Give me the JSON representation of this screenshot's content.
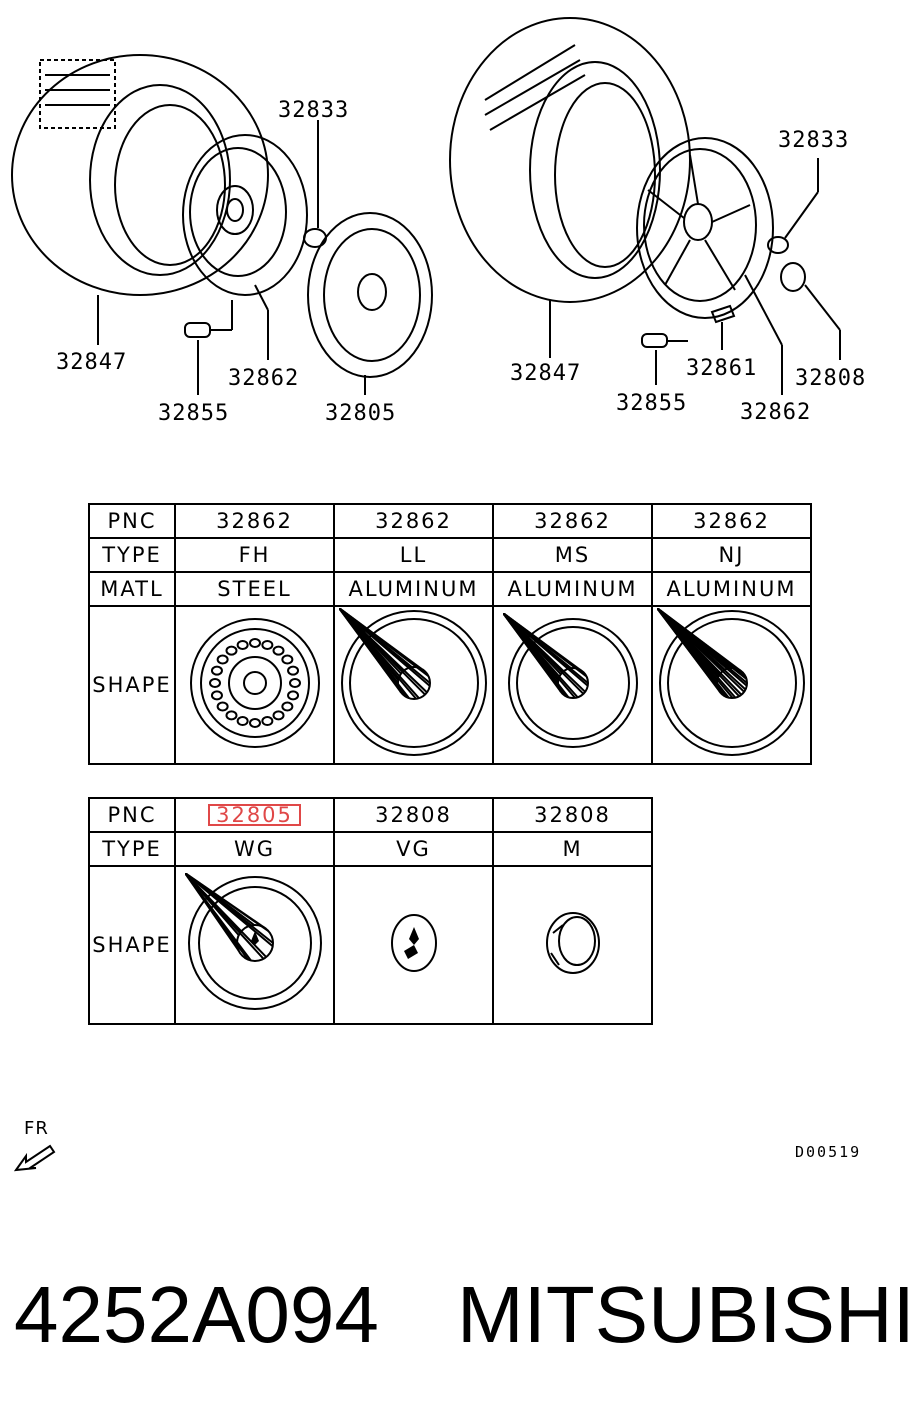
{
  "callouts": {
    "left_32833": "32833",
    "left_32847": "32847",
    "left_32862": "32862",
    "left_32855": "32855",
    "left_32805": "32805",
    "right_32833": "32833",
    "right_32847": "32847",
    "right_32861": "32861",
    "right_32808": "32808",
    "right_32855": "32855",
    "right_32862": "32862"
  },
  "table1": {
    "row_headers": [
      "PNC",
      "TYPE",
      "MATL",
      "SHAPE"
    ],
    "columns": [
      {
        "pnc": "32862",
        "type": "FH",
        "matl": "STEEL",
        "shape_icon": "steel-wheel-icon"
      },
      {
        "pnc": "32862",
        "type": "LL",
        "matl": "ALUMINUM",
        "shape_icon": "alloy-wheel-ll-icon"
      },
      {
        "pnc": "32862",
        "type": "MS",
        "matl": "ALUMINUM",
        "shape_icon": "alloy-wheel-ms-icon"
      },
      {
        "pnc": "32862",
        "type": "NJ",
        "matl": "ALUMINUM",
        "shape_icon": "alloy-wheel-nj-icon"
      }
    ]
  },
  "table2": {
    "row_headers": [
      "PNC",
      "TYPE",
      "SHAPE"
    ],
    "columns": [
      {
        "pnc": "32805",
        "type": "WG",
        "shape_icon": "wheel-cover-icon",
        "highlighted": true
      },
      {
        "pnc": "32808",
        "type": "VG",
        "shape_icon": "center-ornament-icon"
      },
      {
        "pnc": "32808",
        "type": "M",
        "shape_icon": "center-cap-icon"
      }
    ]
  },
  "fr_label": "FR",
  "diagram_code": "D00519",
  "part_number": "4252A094",
  "brand": "MITSUBISHI",
  "colors": {
    "highlight": "#e04848"
  }
}
